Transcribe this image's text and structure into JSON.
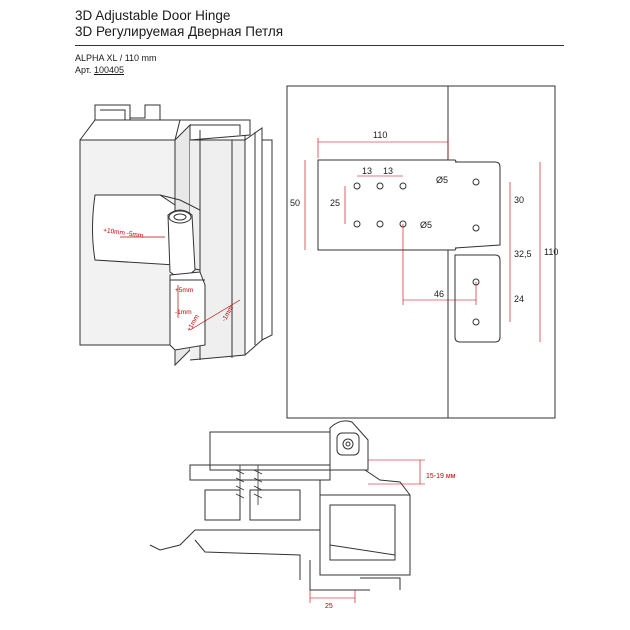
{
  "header": {
    "title_en": "3D Adjustable Door Hinge",
    "title_ru": "3D Регулируемая Дверная Петля",
    "model": "ALPHA XL / 110 mm",
    "article_label": "Арт.",
    "article_number": "100405"
  },
  "iso_view": {
    "adj_horizontal": "+10mm  -5mm",
    "adj_vertical_plus": "+5mm",
    "adj_vertical_minus": "-1mm",
    "adj_depth_plus": "+1mm",
    "adj_depth_minus": "-1mm"
  },
  "front_view": {
    "dim_110_top": "110",
    "dim_13_a": "13",
    "dim_13_b": "13",
    "dim_d5_top": "Ø5",
    "dim_50": "50",
    "dim_25": "25",
    "dim_d5_bottom": "Ø5",
    "dim_30": "30",
    "dim_110_right": "110",
    "dim_32_5": "32,5",
    "dim_46": "46",
    "dim_24": "24"
  },
  "section_view": {
    "gap_range": "15-19 мм",
    "dim_25": "25"
  },
  "colors": {
    "dimension": "#c00000",
    "line": "#333333"
  }
}
